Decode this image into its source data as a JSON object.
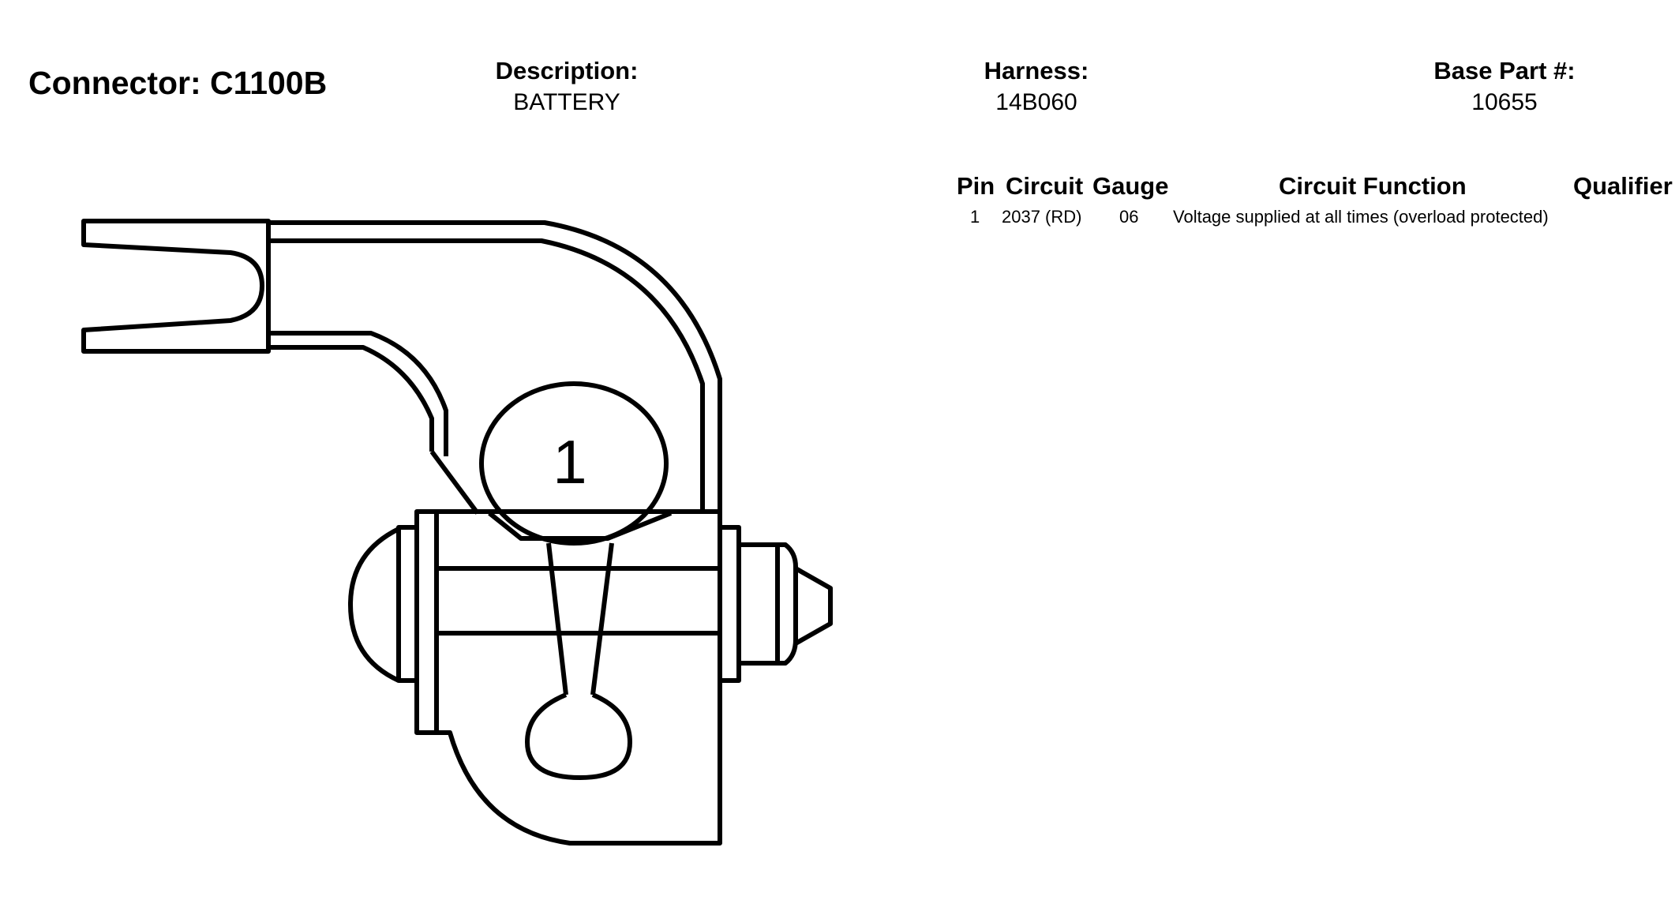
{
  "connector": {
    "title": "Connector: C1100B"
  },
  "header": {
    "description_label": "Description:",
    "description_value": "BATTERY",
    "harness_label": "Harness:",
    "harness_value": "14B060",
    "base_part_label": "Base Part #:",
    "base_part_value": "10655"
  },
  "table": {
    "columns": [
      "Pin",
      "Circuit",
      "Gauge",
      "Circuit Function",
      "Qualifier"
    ],
    "rows": [
      {
        "pin": "1",
        "circuit": "2037 (RD)",
        "gauge": "06",
        "function": "Voltage supplied at all times (overload protected)",
        "qualifier": ""
      }
    ]
  },
  "diagram": {
    "pin_labels": [
      "1"
    ]
  }
}
